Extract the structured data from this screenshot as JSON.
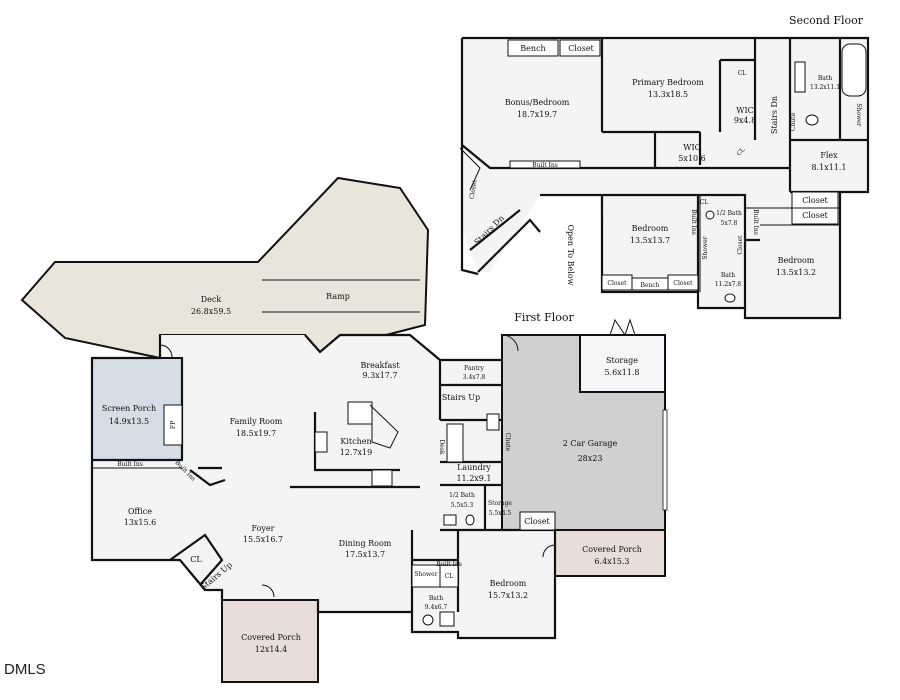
{
  "floors": {
    "second": "Second Floor",
    "first": "First Floor"
  },
  "rooms": {
    "bench_top": "Bench",
    "closet_top": "Closet",
    "primary_bedroom": {
      "name": "Primary Bedroom",
      "dim": "13.3x18.5"
    },
    "bonus": {
      "name": "Bonus/Bedroom",
      "dim": "18.7x19.7"
    },
    "cl_upper": "CL",
    "bath_primary": {
      "name": "Bath",
      "dim": "13.2x11.1"
    },
    "shower_primary": "Shower",
    "chute_upper": "Chute",
    "wic_small": {
      "name": "WIC",
      "dim": "9x4.8"
    },
    "stairs_dn_upper": "Stairs Dn",
    "wic_large": {
      "name": "WIC",
      "dim": "5x10.6"
    },
    "cl_lower_upper": "CL",
    "flex": {
      "name": "Flex",
      "dim": "8.1x11.1"
    },
    "built_ins_upper": "Built Ins",
    "closet_left": "Closet",
    "stairs_dn_left": "Stairs Dn",
    "open_to_below": "Open To Below",
    "bedroom_2": {
      "name": "Bedroom",
      "dim": "13.5x13.7"
    },
    "bath_2": {
      "name": "1/2 Bath",
      "dim": "5x7.8"
    },
    "cl_bath2": "CL",
    "built_ins_bath2": "Built Ins",
    "built_ins_bath2b": "Built Ins",
    "shower_2": "Shower",
    "closet_vert": "Closet",
    "closet_right1": "Closet",
    "closet_right2": "Closet",
    "bedroom_3": {
      "name": "Bedroom",
      "dim": "13.5x13.2"
    },
    "bath_3": {
      "name": "Bath",
      "dim": "11.2x7.8"
    },
    "closet_b1": "Closet",
    "bench_b": "Bench",
    "closet_b2": "Closet",
    "deck": {
      "name": "Deck",
      "dim": "26.8x59.5"
    },
    "ramp": "Ramp",
    "breakfast": {
      "name": "Breakfast",
      "dim": "9.3x17.7"
    },
    "pantry": {
      "name": "Pantry",
      "dim": "3.4x7.8"
    },
    "screen_porch": {
      "name": "Screen Porch",
      "dim": "14.9x13.5"
    },
    "fp": "FP",
    "family_room": {
      "name": "Family Room",
      "dim": "18.5x19.7"
    },
    "kitchen": {
      "name": "Kitchen",
      "dim": "12.7x19"
    },
    "stairs_up_main": "Stairs Up",
    "desk": "Desk",
    "chute_main": "Chute",
    "laundry": {
      "name": "Laundry",
      "dim": "11.2x9.1"
    },
    "built_ins_main": "Built Ins",
    "built_ins_diag": "Built Ins",
    "office": {
      "name": "Office",
      "dim": "13x15.6"
    },
    "half_bath": {
      "name": "1/2 Bath",
      "dim": "5.5x5.3"
    },
    "storage_small": {
      "name": "Storage",
      "dim": "5.5x4.5"
    },
    "closet_main": "Closet",
    "foyer": {
      "name": "Foyer",
      "dim": "15.5x16.7"
    },
    "dining": {
      "name": "Dining Room",
      "dim": "17.5x13.7"
    },
    "cl_main": "CL",
    "stairs_up_foyer": "Stairs Up",
    "garage": {
      "name": "2 Car Garage",
      "dim": "28x23"
    },
    "storage_garage": {
      "name": "Storage",
      "dim": "5.6x11.8"
    },
    "covered_porch_right": {
      "name": "Covered Porch",
      "dim": "6.4x15.3"
    },
    "bedroom_main": {
      "name": "Bedroom",
      "dim": "15.7x13.2"
    },
    "shower_main": "Shower",
    "built_ins_main2": "Built Ins",
    "cl_main2": "CL",
    "bath_main": {
      "name": "Bath",
      "dim": "9.4x6.7"
    },
    "covered_porch_front": {
      "name": "Covered Porch",
      "dim": "12x14.4"
    }
  },
  "watermark": "DMLS",
  "colors": {
    "floor": "#f4f4f4",
    "deck": "#e8e5da",
    "screen_porch": "#d5dde6",
    "garage": "#d0d0d0",
    "covered_porch": "#e9ddd8",
    "storage": "#f6f6f8",
    "wall": "#111111"
  }
}
